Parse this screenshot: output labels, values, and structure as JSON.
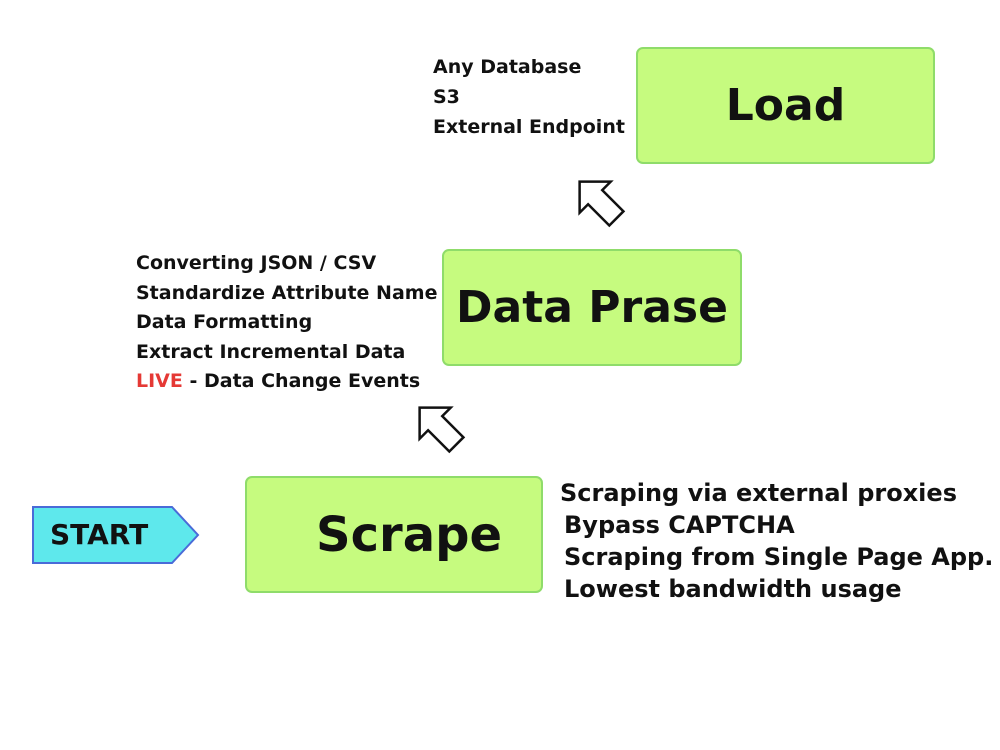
{
  "start": {
    "label": "START",
    "fill_color": "#5ee8ec",
    "stroke_color": "#4a6bd8"
  },
  "stages": {
    "scrape": {
      "title": "Scrape",
      "notes": [
        "Scraping via external proxies",
        "Bypass CAPTCHA",
        "Scraping from Single Page App.",
        "Lowest bandwidth usage"
      ]
    },
    "parse": {
      "title": "Data Prase",
      "notes": [
        "Converting JSON / CSV",
        "Standardize Attribute Name",
        "Data Formatting",
        "Extract Incremental Data"
      ],
      "live_tag": "LIVE",
      "live_text": " - Data Change Events"
    },
    "load": {
      "title": "Load",
      "notes": [
        "Any Database",
        "S3",
        "External Endpoint"
      ]
    }
  },
  "colors": {
    "box_fill": "#c6fb7f",
    "box_border": "#8fdc6a",
    "live_highlight": "#e53935",
    "text": "#111111"
  },
  "icons": {
    "step_arrow": "diagonal-up-right-arrow-icon",
    "start_shape": "pentagon-arrow-tag"
  }
}
